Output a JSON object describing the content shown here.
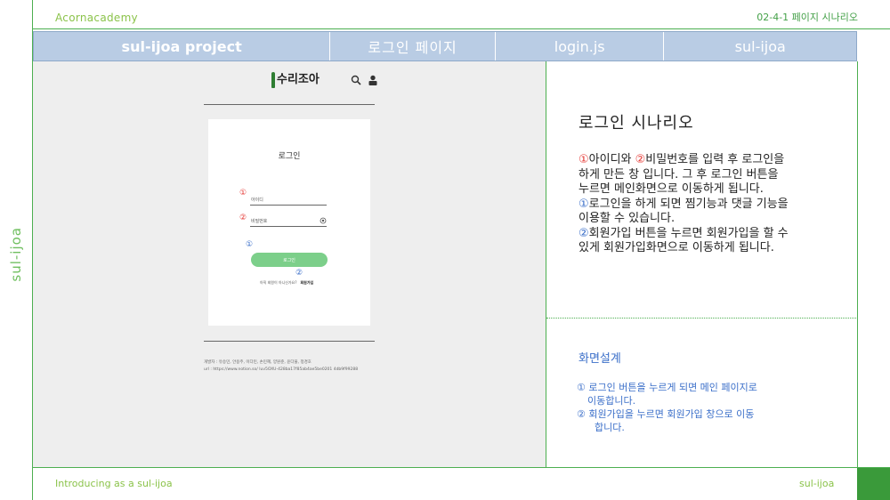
{
  "brand": "Acornacademy",
  "slide_number": "02-4-1 페이지 시나리오",
  "side_label": "sul-ijoa",
  "header": {
    "project": "sul-ijoa project",
    "page": "로그인 페이지",
    "file": "login.js",
    "app": "sul-ijoa"
  },
  "mockup": {
    "logo_text": "수리조아",
    "search_icon": "search-icon",
    "user_icon": "user-icon",
    "login_title": "로그인",
    "marker_1": "①",
    "marker_2": "②",
    "id_placeholder": "아이디",
    "password_placeholder": "비밀번호",
    "login_button": "로그인",
    "no_account_text": "아직 회원이 아니신가요?",
    "signup_link": "회원가입",
    "developers": "개발자 : 유승민, 안용주, 이다민, 손민혜, 양원준, 윤다울, 정경호",
    "url": "url : https://www.notion.so/ luv5OXU-428ba17f85ab4ae5be0201 4db9f99288"
  },
  "scenario": {
    "title": "로그인 시나리오",
    "line1_a": "아이디와 ",
    "line1_b": "비밀번호를 입력 후 로그인을",
    "line2": "하게 만든 창 입니다. 그 후 로그인 버튼을",
    "line3": "누르면 메인화면으로 이동하게 됩니다.",
    "line4": "로그인을 하게 되면 찜기능과 댓글 기능을",
    "line5": "이용할 수 있습니다.",
    "line6": "회원가입 버튼을 누르면 회원가입을 할 수",
    "line7": "있게 회원가입화면으로 이동하게 됩니다."
  },
  "design": {
    "title": "화면설계",
    "item1_a": "로그인 버튼을 누르게 되면 메인 페이지로",
    "item1_b": "이동합니다.",
    "item2_a": "회원가입을 누르면 회원가입 창으로 이동",
    "item2_b": "합니다."
  },
  "footer": {
    "left": "Introducing as a sul-ijoa",
    "right": "sul-ijoa"
  },
  "colors": {
    "accent_green": "#4caf50",
    "header_blue": "#b9cce4",
    "button_green": "#7ccf8a",
    "marker_red": "#e53935",
    "marker_blue": "#3b6fc9"
  }
}
